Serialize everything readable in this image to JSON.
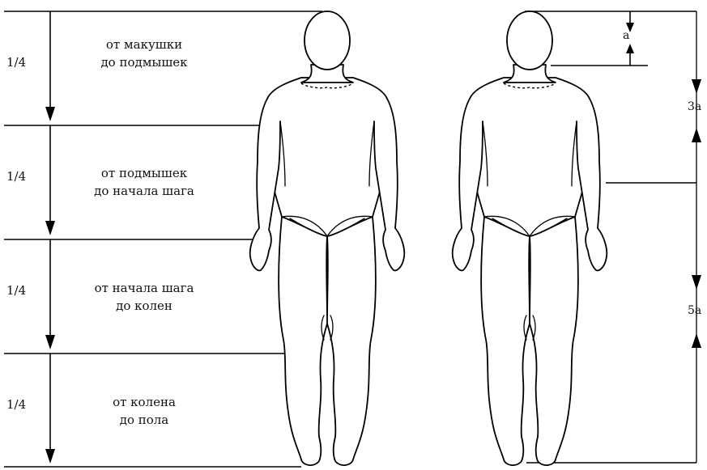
{
  "left_panel": {
    "segments": [
      {
        "fraction": "1/4",
        "line1": "от макушки",
        "line2": "до подмышек"
      },
      {
        "fraction": "1/4",
        "line1": "от подмышек",
        "line2": "до начала шага"
      },
      {
        "fraction": "1/4",
        "line1": "от начала шага",
        "line2": "до колен"
      },
      {
        "fraction": "1/4",
        "line1": "от колена",
        "line2": "до пола"
      }
    ]
  },
  "right_panel": {
    "head_label": "a",
    "upper_label": "3a",
    "lower_label": "5a"
  },
  "colors": {
    "ink": "#000000",
    "paper": "#ffffff"
  }
}
